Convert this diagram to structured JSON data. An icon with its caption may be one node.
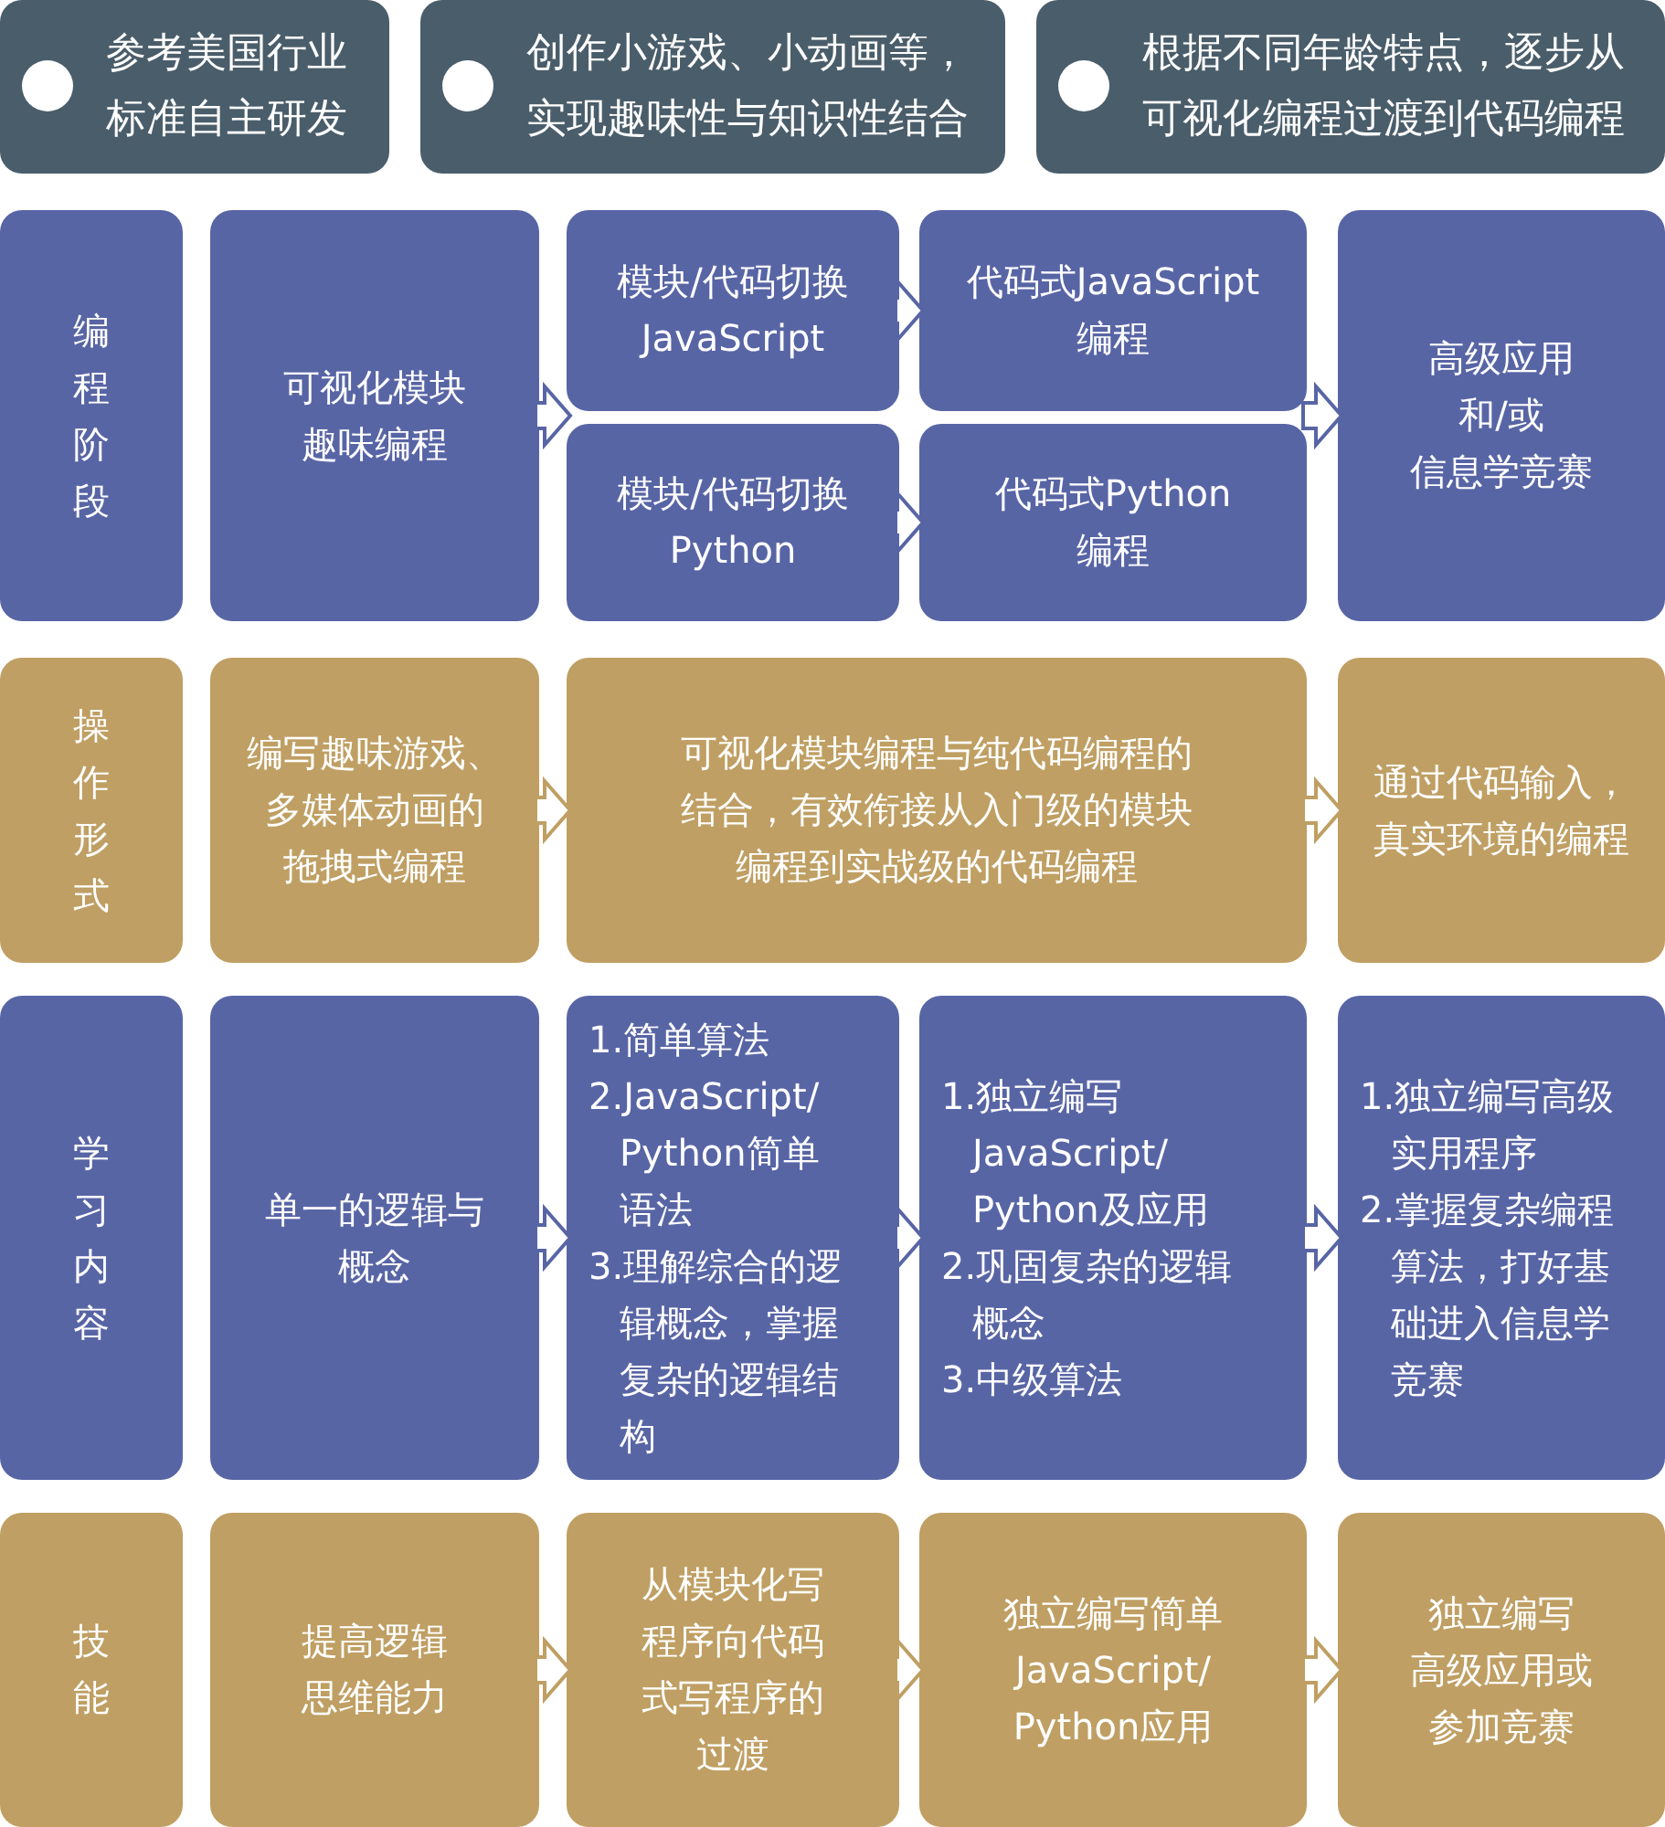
{
  "diagram": {
    "nodes": [
      {
        "text": [
          "参考美国行业标准自主研发"
        ]
      },
      {
        "text": [
          "创作小游戏、小动画等，实现趣味性与知识性结合"
        ]
      },
      {
        "text": [
          "根据不同年龄特点，逐步从可视化编程过渡到代码编程"
        ]
      },
      {
        "text": [
          "编程阶段"
        ]
      },
      {
        "text": [
          "可视化模块趣味编程"
        ]
      },
      {
        "text": [
          "模块/代码切换JavaScript"
        ]
      },
      {
        "text": [
          "模块/代码切换Python"
        ]
      },
      {
        "text": [
          "代码式JavaScript编程"
        ]
      },
      {
        "text": [
          "代码式Python编程"
        ]
      },
      {
        "text": [
          "高级应用和/或信息学竞赛"
        ]
      },
      {
        "text": [
          "操作形式"
        ]
      },
      {
        "text": [
          "编写趣味游戏、多媒体动画的拖拽式编程"
        ]
      },
      {
        "text": [
          "可视化模块编程与纯代码编程的结合，有效衔接从入门级的模块编程到实战级的代码编程"
        ]
      },
      {
        "text": [
          "通过代码输入，真实环境的编程"
        ]
      },
      {
        "text": [
          "学习内容"
        ]
      },
      {
        "text": [
          "单一的逻辑与概念"
        ]
      },
      {
        "text": [
          "1.简单算法",
          "2.JavaScript/Python简单语法",
          "3.理解综合的逻辑概念，掌握复杂的逻辑结构"
        ]
      },
      {
        "text": [
          "1.独立编写JavaScript/Python及应用",
          "2.巩固复杂的逻辑概念",
          "3.中级算法"
        ]
      },
      {
        "text": [
          "1.独立编写高级实用程序",
          "2.掌握复杂编程算法，打好基础进入信息学竞赛"
        ]
      },
      {
        "text": [
          "技能"
        ]
      },
      {
        "text": [
          "提高逻辑思维能力"
        ]
      },
      {
        "text": [
          "从模块化写程序向代码式写程序的过渡"
        ]
      },
      {
        "text": [
          "独立编写简单JavaScript/Python应用"
        ]
      },
      {
        "text": [
          "独立编写高级应用或参加竞赛"
        ]
      }
    ],
    "edges": [
      {
        "from": 4,
        "to": 5,
        "arrow": "to"
      },
      {
        "from": 4,
        "to": 6,
        "arrow": "to"
      },
      {
        "from": 5,
        "to": 7,
        "arrow": "to"
      },
      {
        "from": 6,
        "to": 8,
        "arrow": "to"
      },
      {
        "from": 7,
        "to": 9,
        "arrow": "to"
      },
      {
        "from": 8,
        "to": 9,
        "arrow": "to"
      },
      {
        "from": 11,
        "to": 12,
        "arrow": "to"
      },
      {
        "from": 12,
        "to": 13,
        "arrow": "to"
      },
      {
        "from": 15,
        "to": 16,
        "arrow": "to"
      },
      {
        "from": 16,
        "to": 17,
        "arrow": "to"
      },
      {
        "from": 17,
        "to": 18,
        "arrow": "to"
      },
      {
        "from": 20,
        "to": 21,
        "arrow": "to"
      },
      {
        "from": 21,
        "to": 22,
        "arrow": "to"
      },
      {
        "from": 22,
        "to": 23,
        "arrow": "to"
      }
    ]
  }
}
